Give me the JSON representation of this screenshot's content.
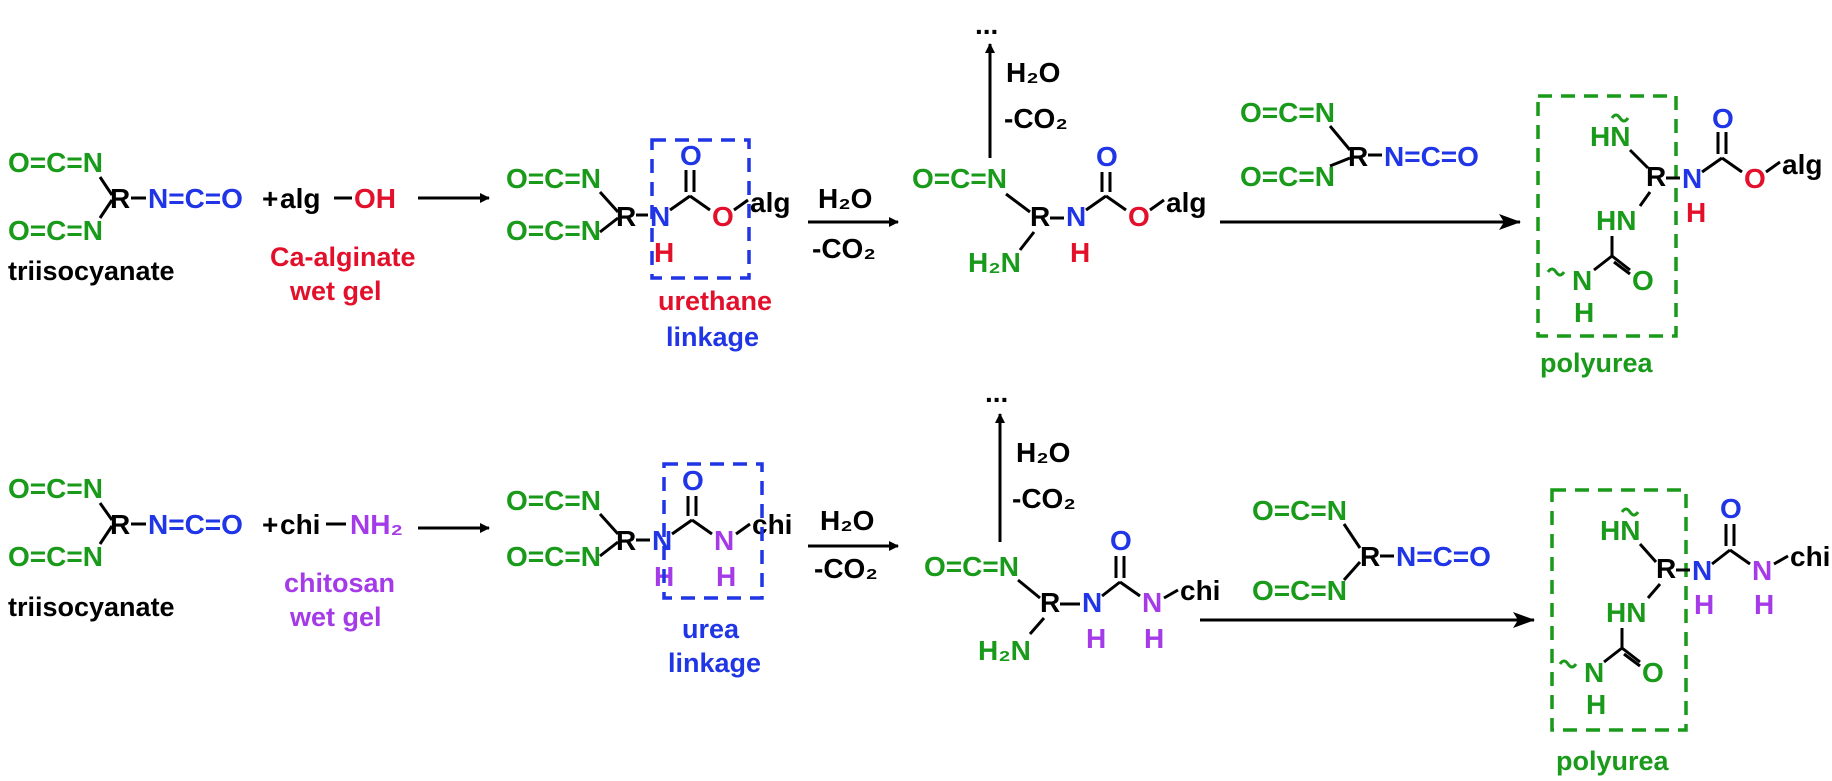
{
  "atoms": {
    "ocn": "O=C=N",
    "nco": "N=C=O",
    "r": "R",
    "n": "N",
    "nh": "NH",
    "hn": "HN",
    "h": "H",
    "o": "O",
    "c": "C",
    "h2n": "H2N",
    "alg": "alg",
    "alg_oh": "alg",
    "oh": "OH",
    "chi": "chi",
    "nh2": "NH2",
    "plus": "+",
    "dots": "...",
    "h2o": "H2O",
    "co2": "-CO2"
  },
  "row1": {
    "reactant_label": "triisocyanate",
    "reagent_label_1": "Ca-alginate",
    "reagent_label_2": "wet gel",
    "linkage_label_1": "urethane",
    "linkage_label_2": "linkage",
    "product_label": "polyurea"
  },
  "row2": {
    "reactant_label": "triisocyanate",
    "reagent_label_1": "chitosan",
    "reagent_label_2": "wet gel",
    "linkage_label_1": "urea",
    "linkage_label_2": "linkage",
    "product_label": "polyurea"
  },
  "colors": {
    "isocyanate_green": "#1a9a1a",
    "nitrogen_blue": "#1f35e6",
    "oxygen_red": "#e3102b",
    "amine_purple": "#a43ae8"
  }
}
